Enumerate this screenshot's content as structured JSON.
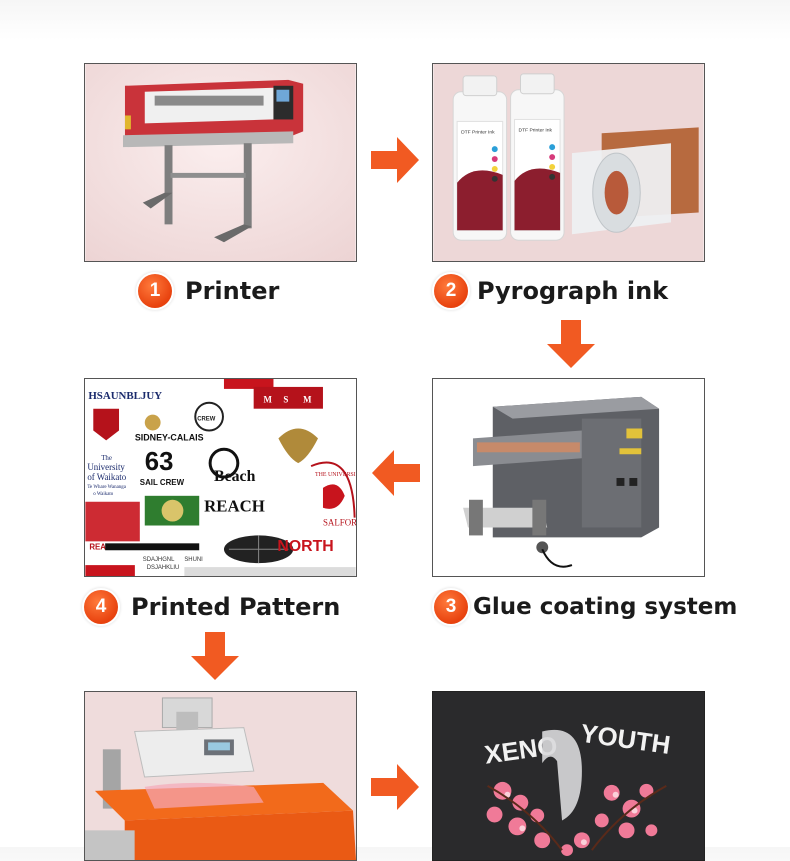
{
  "steps": [
    {
      "number": "1",
      "label": "Printer"
    },
    {
      "number": "2",
      "label": "Pyrograph ink"
    },
    {
      "number": "3",
      "label": "Glue coating system"
    },
    {
      "number": "4",
      "label": "Printed Pattern"
    }
  ],
  "ink_bottle_label": "DTF Printer Ink",
  "pattern_sheet": {
    "labels": [
      "HSAUNBLJUY",
      "M",
      "S",
      "M",
      "SIDNEY-CALAIS",
      "63",
      "SAIL CREW",
      "The",
      "University",
      "of Waikato",
      "Te Whare Wananga",
      "o Waikato",
      "CREW",
      "Beach",
      "REACH",
      "THE UNIVERSI",
      "SALFOR",
      "NORTH",
      "REAL",
      "SDAJHGNL",
      "SHUNI",
      "DSJAHKLIU"
    ]
  },
  "shirt_print": {
    "text_left": "XENO",
    "text_right": "YOUTH"
  },
  "colors": {
    "accent": "#f15a22",
    "arrow": "#f15a22",
    "card_border": "#555555"
  }
}
